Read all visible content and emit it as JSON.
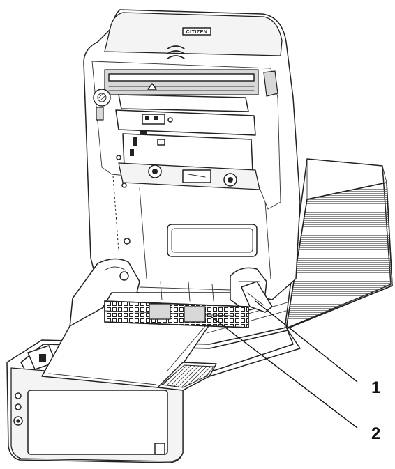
{
  "figure": {
    "brand_logo": "CITIZEN",
    "callouts": [
      {
        "number": "1"
      },
      {
        "number": "2"
      }
    ]
  },
  "colors": {
    "line": "#222222",
    "paper": "#ffffff",
    "shade": "#d8d8d8"
  }
}
